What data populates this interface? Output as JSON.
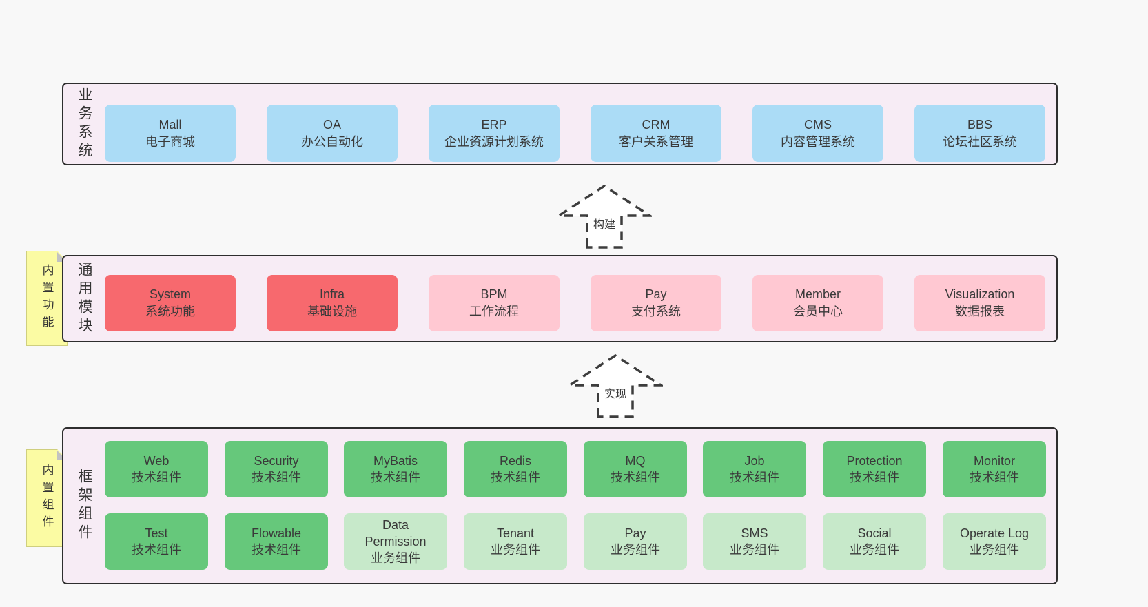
{
  "colors": {
    "page-bg": "#f8f8f8",
    "container-bg": "#f7ecf5",
    "container-border": "#2e2e2e",
    "box-blue": "#abdcf6",
    "box-red": "#f7696e",
    "box-pink": "#ffc8d2",
    "box-green": "#66c87b",
    "box-lightgreen": "#c7e9ca",
    "note-yellow": "#fbfba3",
    "note-fold": "#c2c2c2",
    "text": "#3a3a3a",
    "arrow": "#3d3d3d"
  },
  "layers": {
    "business": {
      "label": "业务系统",
      "boxes": [
        {
          "name": "Mall",
          "desc": "电子商城"
        },
        {
          "name": "OA",
          "desc": "办公自动化"
        },
        {
          "name": "ERP",
          "desc": "企业资源计划系统"
        },
        {
          "name": "CRM",
          "desc": "客户关系管理"
        },
        {
          "name": "CMS",
          "desc": "内容管理系统"
        },
        {
          "name": "BBS",
          "desc": "论坛社区系统"
        }
      ]
    },
    "modules": {
      "label": "通用模块",
      "note": "内置功能",
      "boxes": [
        {
          "name": "System",
          "desc": "系统功能"
        },
        {
          "name": "Infra",
          "desc": "基础设施"
        },
        {
          "name": "BPM",
          "desc": "工作流程"
        },
        {
          "name": "Pay",
          "desc": "支付系统"
        },
        {
          "name": "Member",
          "desc": "会员中心"
        },
        {
          "name": "Visualization",
          "desc": "数据报表"
        }
      ]
    },
    "framework": {
      "label": "框架组件",
      "note": "内置组件",
      "row1": [
        {
          "name": "Web",
          "desc": "技术组件"
        },
        {
          "name": "Security",
          "desc": "技术组件"
        },
        {
          "name": "MyBatis",
          "desc": "技术组件"
        },
        {
          "name": "Redis",
          "desc": "技术组件"
        },
        {
          "name": "MQ",
          "desc": "技术组件"
        },
        {
          "name": "Job",
          "desc": "技术组件"
        },
        {
          "name": "Protection",
          "desc": "技术组件"
        },
        {
          "name": "Monitor",
          "desc": "技术组件"
        }
      ],
      "row2": [
        {
          "name": "Test",
          "desc": "技术组件"
        },
        {
          "name": "Flowable",
          "desc": "技术组件"
        },
        {
          "name": "Data Permission",
          "desc": "业务组件"
        },
        {
          "name": "Tenant",
          "desc": "业务组件"
        },
        {
          "name": "Pay",
          "desc": "业务组件"
        },
        {
          "name": "SMS",
          "desc": "业务组件"
        },
        {
          "name": "Social",
          "desc": "业务组件"
        },
        {
          "name": "Operate Log",
          "desc": "业务组件"
        }
      ]
    }
  },
  "arrows": {
    "build": {
      "label": "构建"
    },
    "implement": {
      "label": "实现"
    }
  }
}
